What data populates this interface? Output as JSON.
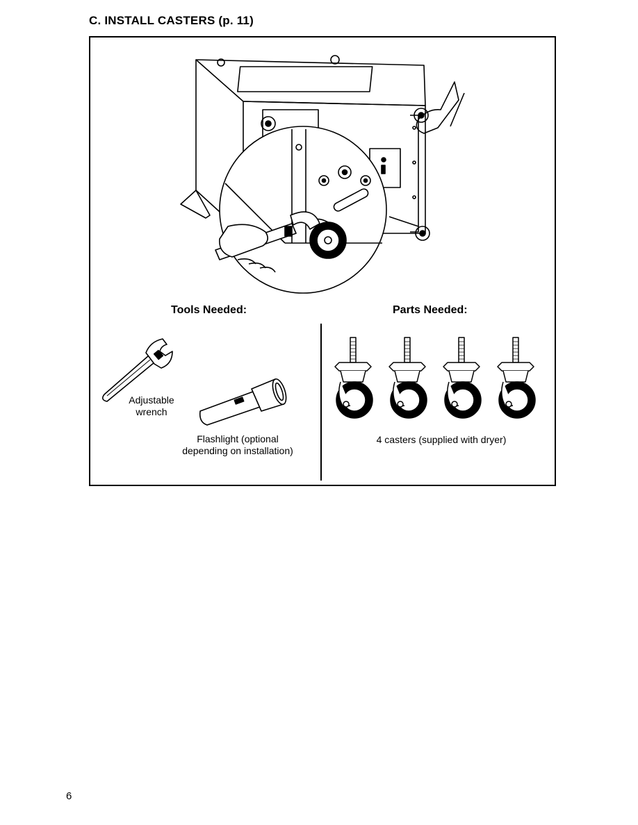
{
  "heading": "C. INSTALL CASTERS (p. 11)",
  "tools": {
    "title": "Tools Needed:",
    "wrench_label_line1": "Adjustable",
    "wrench_label_line2": "wrench",
    "flashlight_label_line1": "Flashlight (optional",
    "flashlight_label_line2": "depending on installation)"
  },
  "parts": {
    "title": "Parts Needed:",
    "casters_label": "4 casters (supplied with dryer)"
  },
  "page_number": "6",
  "icons": [
    "dryer-illustration",
    "wrench-icon",
    "flashlight-icon",
    "caster-icon"
  ]
}
